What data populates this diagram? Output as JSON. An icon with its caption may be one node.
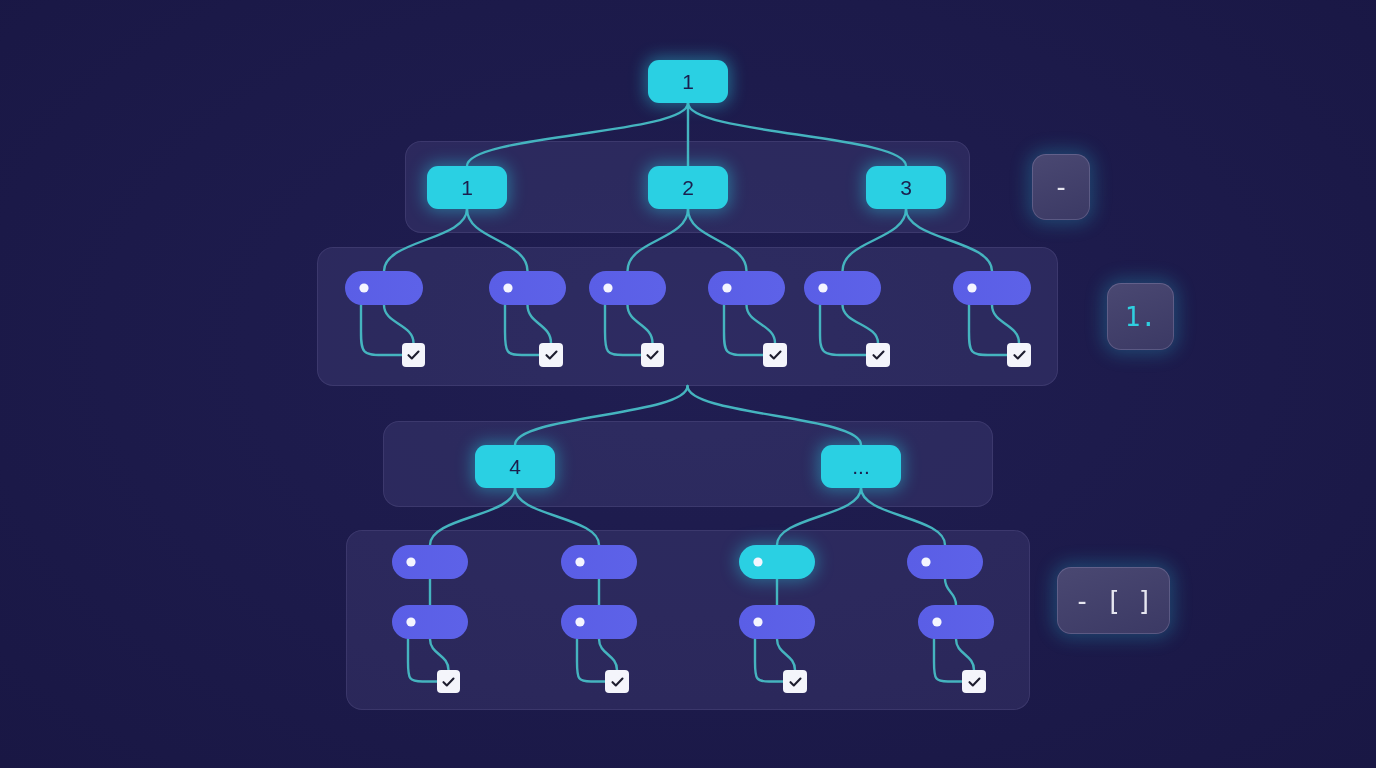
{
  "diagram": {
    "nodes": [
      {
        "text": [
          "1"
        ]
      },
      {
        "text": [],
        "shape": "box"
      },
      {
        "text": [
          "1"
        ],
        "in": 1
      },
      {
        "text": [
          "2"
        ],
        "in": 1
      },
      {
        "text": [
          "3"
        ],
        "in": 1
      },
      {
        "text": [
          "-"
        ]
      },
      {
        "text": [],
        "shape": "box"
      },
      {
        "text": [],
        "shape": "pill",
        "in": 6
      },
      {
        "text": [],
        "shape": "pill",
        "in": 6
      },
      {
        "text": [],
        "shape": "pill",
        "in": 6
      },
      {
        "text": [],
        "shape": "pill",
        "in": 6
      },
      {
        "text": [],
        "shape": "pill",
        "in": 6
      },
      {
        "text": [],
        "shape": "pill",
        "in": 6
      },
      {
        "text": [],
        "shape": "checkbox",
        "in": 6
      },
      {
        "text": [],
        "shape": "checkbox",
        "in": 6
      },
      {
        "text": [],
        "shape": "checkbox",
        "in": 6
      },
      {
        "text": [],
        "shape": "checkbox",
        "in": 6
      },
      {
        "text": [],
        "shape": "checkbox",
        "in": 6
      },
      {
        "text": [],
        "shape": "checkbox",
        "in": 6
      },
      {
        "text": [
          "1."
        ]
      },
      {
        "text": [],
        "shape": "box"
      },
      {
        "text": [
          "4"
        ],
        "in": 20
      },
      {
        "text": [
          "..."
        ],
        "in": 20
      },
      {
        "text": [],
        "shape": "box"
      },
      {
        "text": [],
        "shape": "pill",
        "in": 23
      },
      {
        "text": [],
        "shape": "pill",
        "in": 23
      },
      {
        "text": [],
        "shape": "pill",
        "in": 23
      },
      {
        "text": [],
        "shape": "pill",
        "in": 23
      },
      {
        "text": [],
        "shape": "pill",
        "in": 23
      },
      {
        "text": [],
        "shape": "pill",
        "in": 23
      },
      {
        "text": [],
        "shape": "pill",
        "in": 23
      },
      {
        "text": [],
        "shape": "pill",
        "in": 23
      },
      {
        "text": [],
        "shape": "checkbox",
        "in": 23
      },
      {
        "text": [],
        "shape": "checkbox",
        "in": 23
      },
      {
        "text": [],
        "shape": "checkbox",
        "in": 23
      },
      {
        "text": [],
        "shape": "checkbox",
        "in": 23
      },
      {
        "text": [
          "- [ ]"
        ]
      }
    ],
    "edges": [
      {
        "from": 0,
        "to": 2,
        "arrow": "none"
      },
      {
        "from": 0,
        "to": 3,
        "arrow": "none"
      },
      {
        "from": 0,
        "to": 4,
        "arrow": "none"
      },
      {
        "from": 2,
        "to": 7,
        "arrow": "none"
      },
      {
        "from": 2,
        "to": 8,
        "arrow": "none"
      },
      {
        "from": 3,
        "to": 9,
        "arrow": "none"
      },
      {
        "from": 3,
        "to": 10,
        "arrow": "none"
      },
      {
        "from": 4,
        "to": 11,
        "arrow": "none"
      },
      {
        "from": 4,
        "to": 12,
        "arrow": "none"
      },
      {
        "from": 7,
        "to": 13,
        "arrow": "none"
      },
      {
        "from": 7,
        "to": 13,
        "arrow": "none"
      },
      {
        "from": 8,
        "to": 14,
        "arrow": "none"
      },
      {
        "from": 8,
        "to": 14,
        "arrow": "none"
      },
      {
        "from": 9,
        "to": 15,
        "arrow": "none"
      },
      {
        "from": 9,
        "to": 15,
        "arrow": "none"
      },
      {
        "from": 10,
        "to": 16,
        "arrow": "none"
      },
      {
        "from": 10,
        "to": 16,
        "arrow": "none"
      },
      {
        "from": 11,
        "to": 17,
        "arrow": "none"
      },
      {
        "from": 11,
        "to": 17,
        "arrow": "none"
      },
      {
        "from": 12,
        "to": 18,
        "arrow": "none"
      },
      {
        "from": 12,
        "to": 18,
        "arrow": "none"
      },
      {
        "from": 6,
        "to": 21,
        "arrow": "none"
      },
      {
        "from": 6,
        "to": 22,
        "arrow": "none"
      },
      {
        "from": 21,
        "to": 24,
        "arrow": "none"
      },
      {
        "from": 21,
        "to": 25,
        "arrow": "none"
      },
      {
        "from": 22,
        "to": 26,
        "arrow": "none"
      },
      {
        "from": 22,
        "to": 27,
        "arrow": "none"
      },
      {
        "from": 24,
        "to": 28,
        "arrow": "none"
      },
      {
        "from": 25,
        "to": 29,
        "arrow": "none"
      },
      {
        "from": 26,
        "to": 30,
        "arrow": "none"
      },
      {
        "from": 27,
        "to": 31,
        "arrow": "none"
      },
      {
        "from": 28,
        "to": 32,
        "arrow": "none"
      },
      {
        "from": 28,
        "to": 32,
        "arrow": "none"
      },
      {
        "from": 29,
        "to": 33,
        "arrow": "none"
      },
      {
        "from": 29,
        "to": 33,
        "arrow": "none"
      },
      {
        "from": 30,
        "to": 34,
        "arrow": "none"
      },
      {
        "from": 30,
        "to": 34,
        "arrow": "none"
      },
      {
        "from": 31,
        "to": 35,
        "arrow": "none"
      },
      {
        "from": 31,
        "to": 35,
        "arrow": "none"
      }
    ]
  }
}
